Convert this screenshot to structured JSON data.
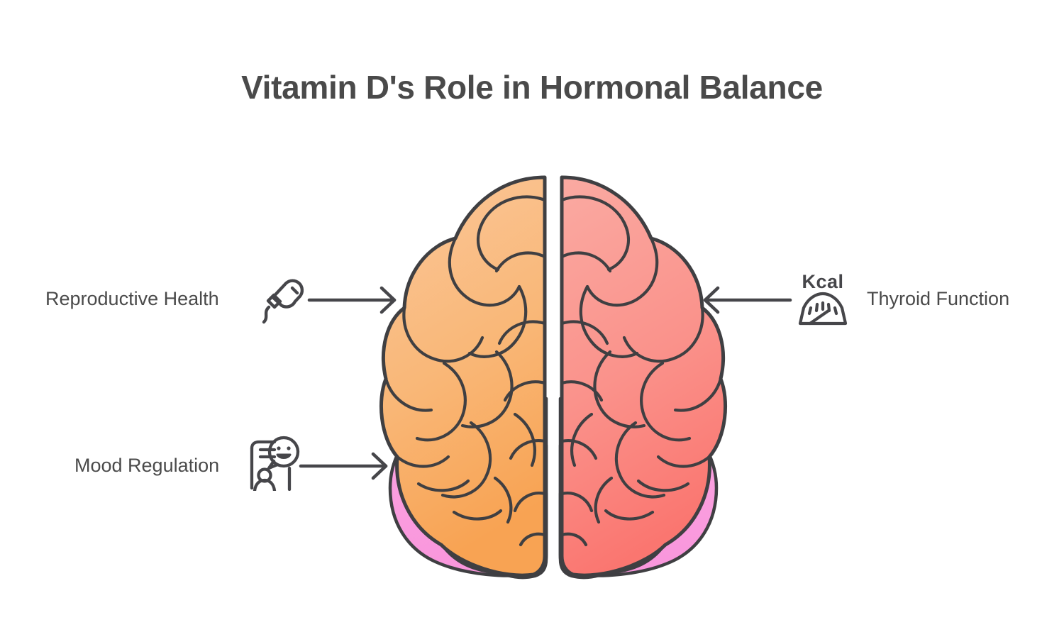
{
  "page": {
    "background_color": "#ffffff",
    "text_color": "#4a4a4a"
  },
  "header": {
    "title": "Vitamin D's Role in Hormonal Balance"
  },
  "diagram": {
    "type": "radial-label-diagram",
    "center_graphic": {
      "name": "brain-illustration",
      "description": "Top-down view of a human brain with two hemispheres and cerebellum lobes",
      "colors": {
        "outline": "#3f3f42",
        "left_hemisphere_top": "#f9c491",
        "left_hemisphere_bottom": "#f8a455",
        "right_hemisphere_top": "#f9a79f",
        "right_hemisphere_bottom": "#fa7a74",
        "cerebellum": "#f99cdd"
      }
    },
    "nodes": [
      {
        "id": "reproductive-health",
        "label": "Reproductive Health",
        "side": "left",
        "icon": "sperm-cell-icon",
        "connector": "arrow-right"
      },
      {
        "id": "mood-regulation",
        "label": "Mood Regulation",
        "side": "left",
        "icon": "person-speech-smiley-icon",
        "connector": "arrow-right"
      },
      {
        "id": "thyroid-function",
        "label": "Thyroid Function",
        "side": "right",
        "icon": "kcal-gauge-icon",
        "icon_text": "Kcal",
        "connector": "arrow-left"
      }
    ]
  }
}
